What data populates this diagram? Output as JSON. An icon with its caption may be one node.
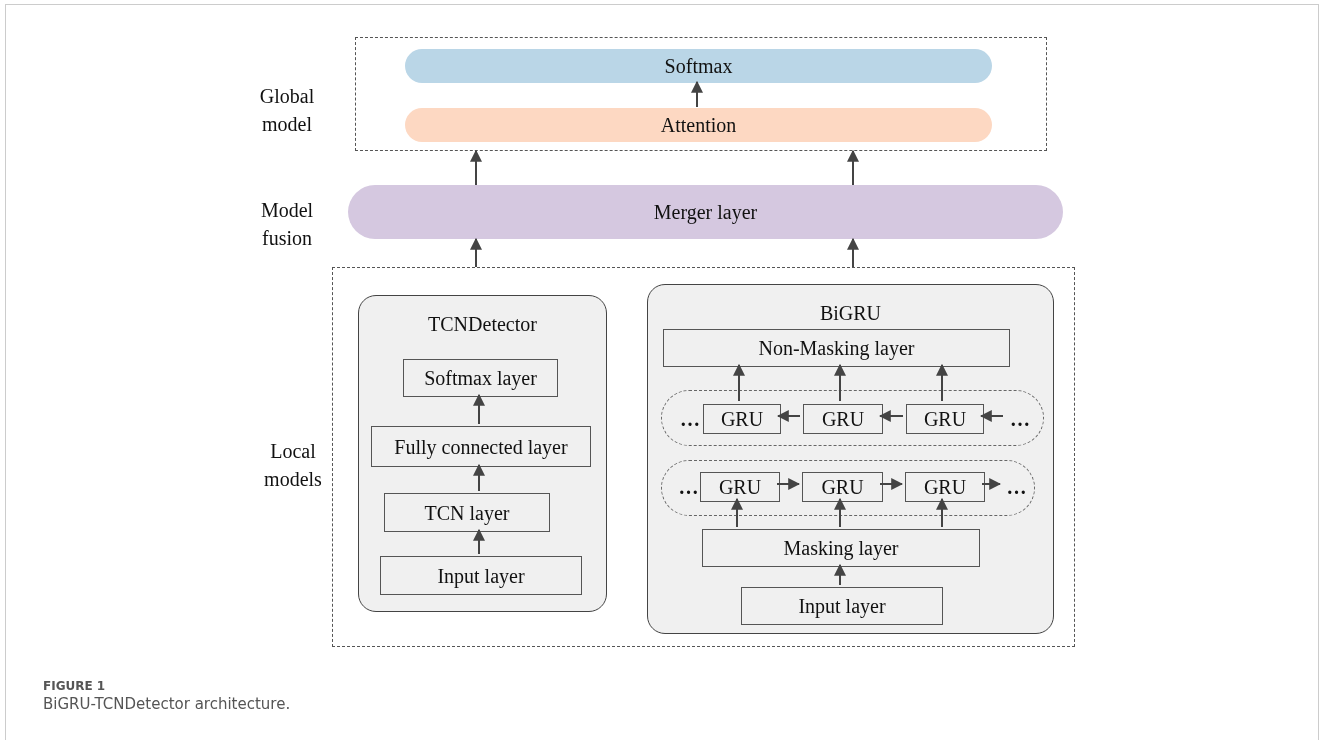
{
  "diagram": {
    "caption": "BiGRU-TCNDetector architecture.",
    "nodes": [
      {
        "text": [],
        "shape": "box"
      },
      {
        "text": [
          "Softmax"
        ],
        "in": 0
      },
      {
        "text": [
          "Attention"
        ],
        "in": 0
      },
      {
        "text": [
          "Merger layer"
        ]
      },
      {
        "text": [],
        "shape": "box"
      },
      {
        "text": [
          "TCNDetector"
        ],
        "in": 4
      },
      {
        "text": [
          "Softmax layer"
        ],
        "in": 5
      },
      {
        "text": [
          "Fully connected layer"
        ],
        "in": 5
      },
      {
        "text": [
          "TCN layer"
        ],
        "in": 5
      },
      {
        "text": [
          "Input layer"
        ],
        "in": 5
      },
      {
        "text": [
          "BiGRU"
        ],
        "in": 4
      },
      {
        "text": [
          "Non-Masking layer"
        ],
        "in": 10
      },
      {
        "text": [],
        "shape": "box",
        "in": 10
      },
      {
        "text": [
          "…"
        ],
        "in": 12
      },
      {
        "text": [
          "GRU"
        ],
        "in": 12
      },
      {
        "text": [
          "GRU"
        ],
        "in": 12
      },
      {
        "text": [
          "GRU"
        ],
        "in": 12
      },
      {
        "text": [
          "…"
        ],
        "in": 12
      },
      {
        "text": [],
        "shape": "box",
        "in": 10
      },
      {
        "text": [
          "…"
        ],
        "in": 18
      },
      {
        "text": [
          "GRU"
        ],
        "in": 18
      },
      {
        "text": [
          "GRU"
        ],
        "in": 18
      },
      {
        "text": [
          "GRU"
        ],
        "in": 18
      },
      {
        "text": [
          "…"
        ],
        "in": 18
      },
      {
        "text": [
          "Masking layer"
        ],
        "in": 10
      },
      {
        "text": [
          "Input layer"
        ],
        "in": 10
      }
    ],
    "edges": [
      {
        "from": 2,
        "to": 1,
        "arrow": "to"
      },
      {
        "from": 3,
        "to": 0,
        "arrow": "to"
      },
      {
        "from": 3,
        "to": 0,
        "arrow": "to"
      },
      {
        "from": 4,
        "to": 3,
        "arrow": "to"
      },
      {
        "from": 4,
        "to": 3,
        "arrow": "to"
      },
      {
        "from": 9,
        "to": 8,
        "arrow": "to"
      },
      {
        "from": 8,
        "to": 7,
        "arrow": "to"
      },
      {
        "from": 7,
        "to": 6,
        "arrow": "to"
      },
      {
        "from": 25,
        "to": 24,
        "arrow": "to"
      },
      {
        "from": 24,
        "to": 20,
        "arrow": "to"
      },
      {
        "from": 24,
        "to": 21,
        "arrow": "to"
      },
      {
        "from": 24,
        "to": 22,
        "arrow": "to"
      },
      {
        "from": 14,
        "to": 11,
        "arrow": "to"
      },
      {
        "from": 15,
        "to": 11,
        "arrow": "to"
      },
      {
        "from": 16,
        "to": 11,
        "arrow": "to"
      },
      {
        "from": 17,
        "to": 16,
        "arrow": "to"
      },
      {
        "from": 16,
        "to": 15,
        "arrow": "to"
      },
      {
        "from": 15,
        "to": 14,
        "arrow": "to"
      },
      {
        "from": 20,
        "to": 21,
        "arrow": "to"
      },
      {
        "from": 21,
        "to": 22,
        "arrow": "to"
      },
      {
        "from": 22,
        "to": 23,
        "arrow": "to"
      }
    ],
    "labels": [
      "Global model",
      "Model fusion",
      "Local models",
      "FIGURE 1"
    ]
  }
}
